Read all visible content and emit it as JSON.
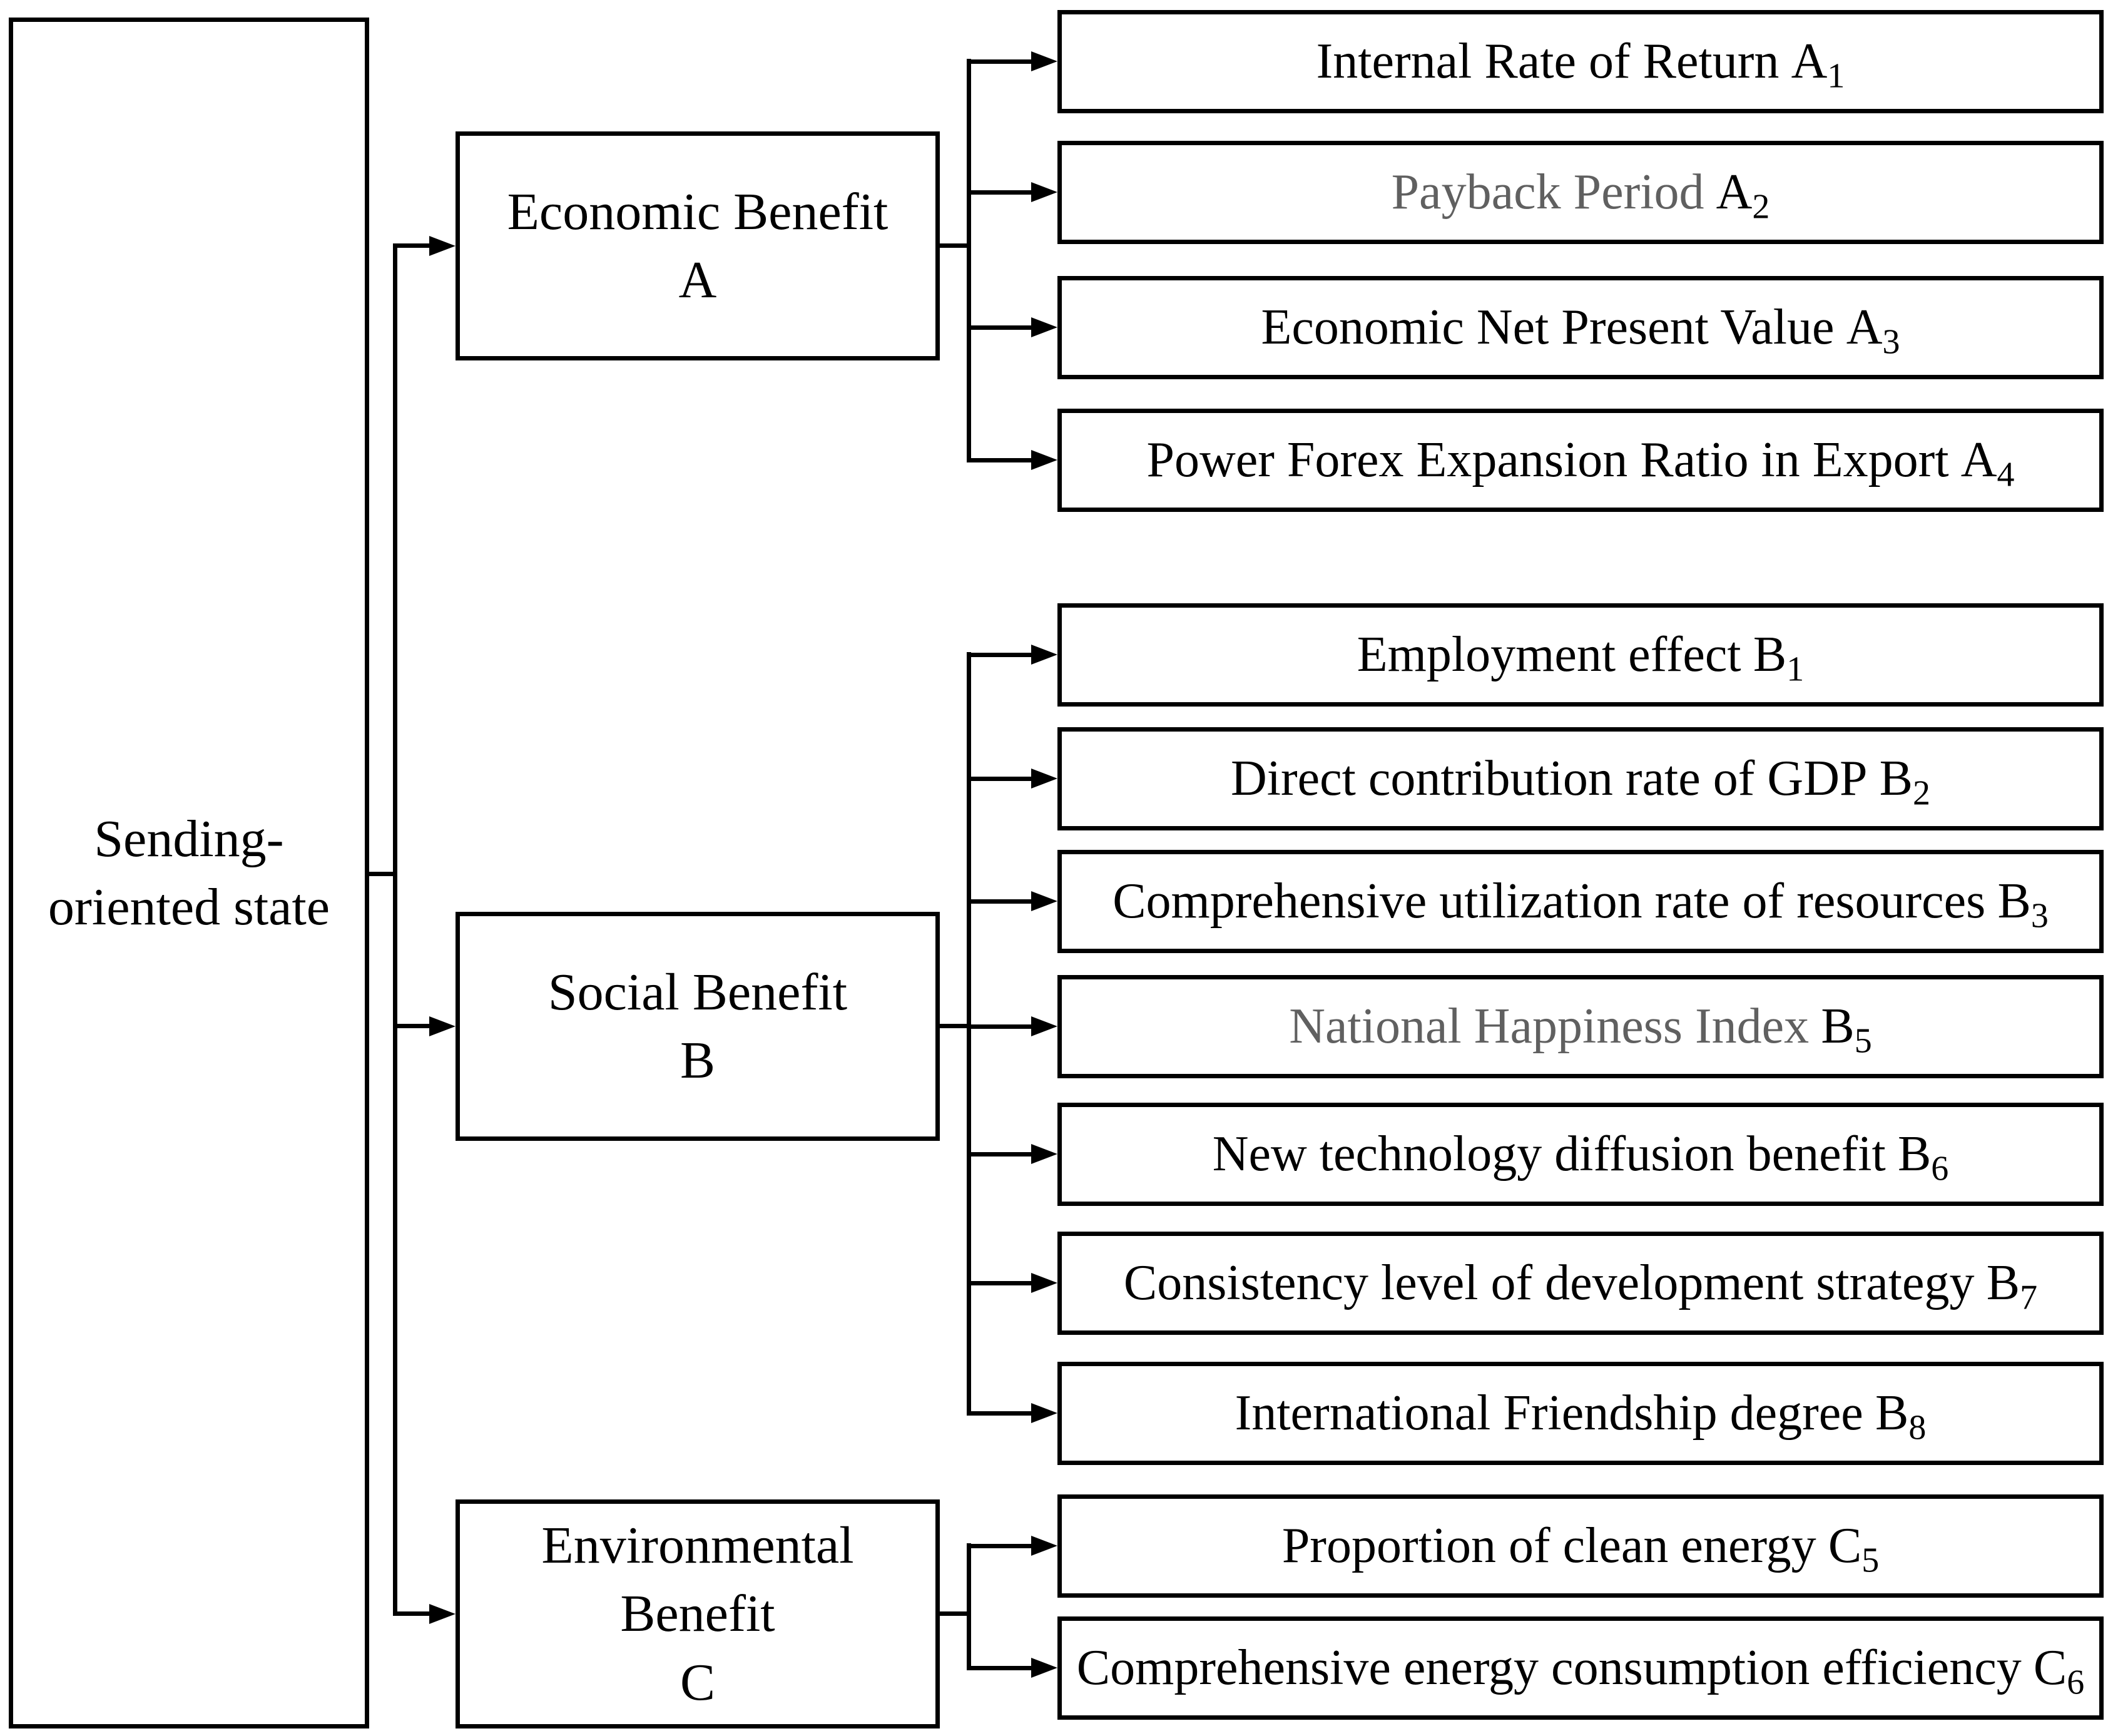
{
  "root": {
    "line1": "Sending-",
    "line2": "oriented state"
  },
  "categories": [
    {
      "line1": "Economic Benefit",
      "line2": "A"
    },
    {
      "line1": "Social Benefit",
      "line2": "B"
    },
    {
      "line1": "Environmental Benefit",
      "line2": "C"
    }
  ],
  "leaves": [
    {
      "label": "Internal Rate of Return",
      "code": "A",
      "sub": "1",
      "muted": "false"
    },
    {
      "label": "Payback Period",
      "code": "A",
      "sub": "2",
      "muted": "true"
    },
    {
      "label": "Economic Net Present Value",
      "code": "A",
      "sub": "3",
      "muted": "false"
    },
    {
      "label": "Power Forex Expansion Ratio in Export",
      "code": "A",
      "sub": "4",
      "muted": "false"
    },
    {
      "label": "Employment effect",
      "code": "B",
      "sub": "1",
      "muted": "false"
    },
    {
      "label": "Direct contribution rate of GDP",
      "code": "B",
      "sub": "2",
      "muted": "false"
    },
    {
      "label": "Comprehensive utilization rate of resources",
      "code": "B",
      "sub": "3",
      "muted": "false"
    },
    {
      "label": "National Happiness Index",
      "code": "B",
      "sub": "5",
      "muted": "true"
    },
    {
      "label": "New technology diffusion benefit",
      "code": "B",
      "sub": "6",
      "muted": "false"
    },
    {
      "label": "Consistency level of development strategy",
      "code": "B",
      "sub": "7",
      "muted": "false"
    },
    {
      "label": "International Friendship degree",
      "code": "B",
      "sub": "8",
      "muted": "false"
    },
    {
      "label": "Proportion of clean energy",
      "code": "C",
      "sub": "5",
      "muted": "false"
    },
    {
      "label": "Comprehensive energy consumption efficiency",
      "code": "C",
      "sub": "6",
      "muted": "false"
    }
  ],
  "colors": {
    "line": "#000000",
    "text": "#000000",
    "muted_text": "#606060",
    "background": "#ffffff"
  }
}
